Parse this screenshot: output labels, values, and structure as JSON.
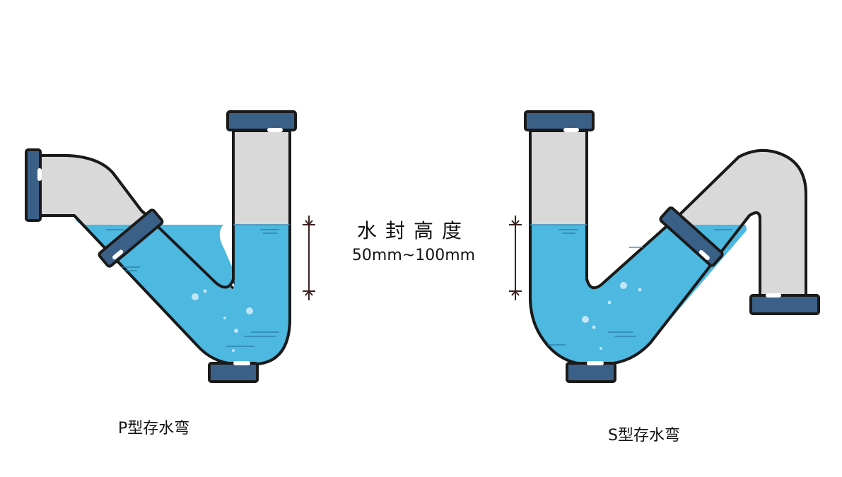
{
  "labels": {
    "p_trap": "P型存水弯",
    "s_trap": "S型存水弯",
    "seal_title": "水封高度",
    "seal_range": "50mm~100mm"
  },
  "colors": {
    "water": "#4db8e0",
    "pipe": "#d9d9d9",
    "cap": "#3a6088",
    "outline": "#1a1a1a",
    "dimension": "#3a2020"
  },
  "icons": {
    "p_trap": "p-trap-pipe-icon",
    "s_trap": "s-trap-pipe-icon",
    "dimension": "dimension-arrow-icon"
  }
}
